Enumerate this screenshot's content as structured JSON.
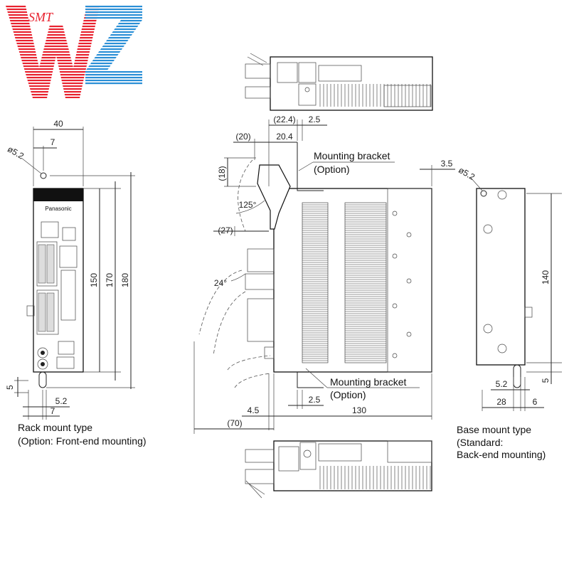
{
  "logo": {
    "letters": "WZ",
    "small_text": "SMT"
  },
  "colors": {
    "logo_red": "#e8212e",
    "logo_blue": "#2a8fd6",
    "line": "#222222"
  },
  "rack_mount": {
    "caption_line1": "Rack mount type",
    "caption_line2": "(Option: Front-end mounting)",
    "brand": "Panasonic",
    "dims": {
      "width": "40",
      "hole_offset": "7",
      "hole_dia": "ø5.2",
      "height_150": "150",
      "height_170": "170",
      "height_180": "180",
      "bottom_5": "5",
      "bottom_52": "5.2",
      "bottom_7": "7"
    }
  },
  "side_view": {
    "bracket_top_line1": "Mounting bracket",
    "bracket_top_line2": "(Option)",
    "bracket_bottom_line1": "Mounting bracket",
    "bracket_bottom_line2": "(Option)",
    "dims": {
      "d224": "(22.4)",
      "d25_top": "2.5",
      "d20": "(20)",
      "d204": "20.4",
      "d18": "(18)",
      "d125": "125°",
      "d27": "(27)",
      "d24": "24°",
      "d35": "3.5",
      "d45": "4.5",
      "d25_bottom": "2.5",
      "d130": "130",
      "d70": "(70)"
    }
  },
  "base_mount": {
    "caption_line1": "Base mount type",
    "caption_line2": "(Standard:",
    "caption_line3": "Back-end mounting)",
    "dims": {
      "hole_dia": "ø5.2",
      "height_140": "140",
      "bottom_5": "5",
      "d52": "5.2",
      "d28": "28",
      "d6": "6"
    }
  }
}
